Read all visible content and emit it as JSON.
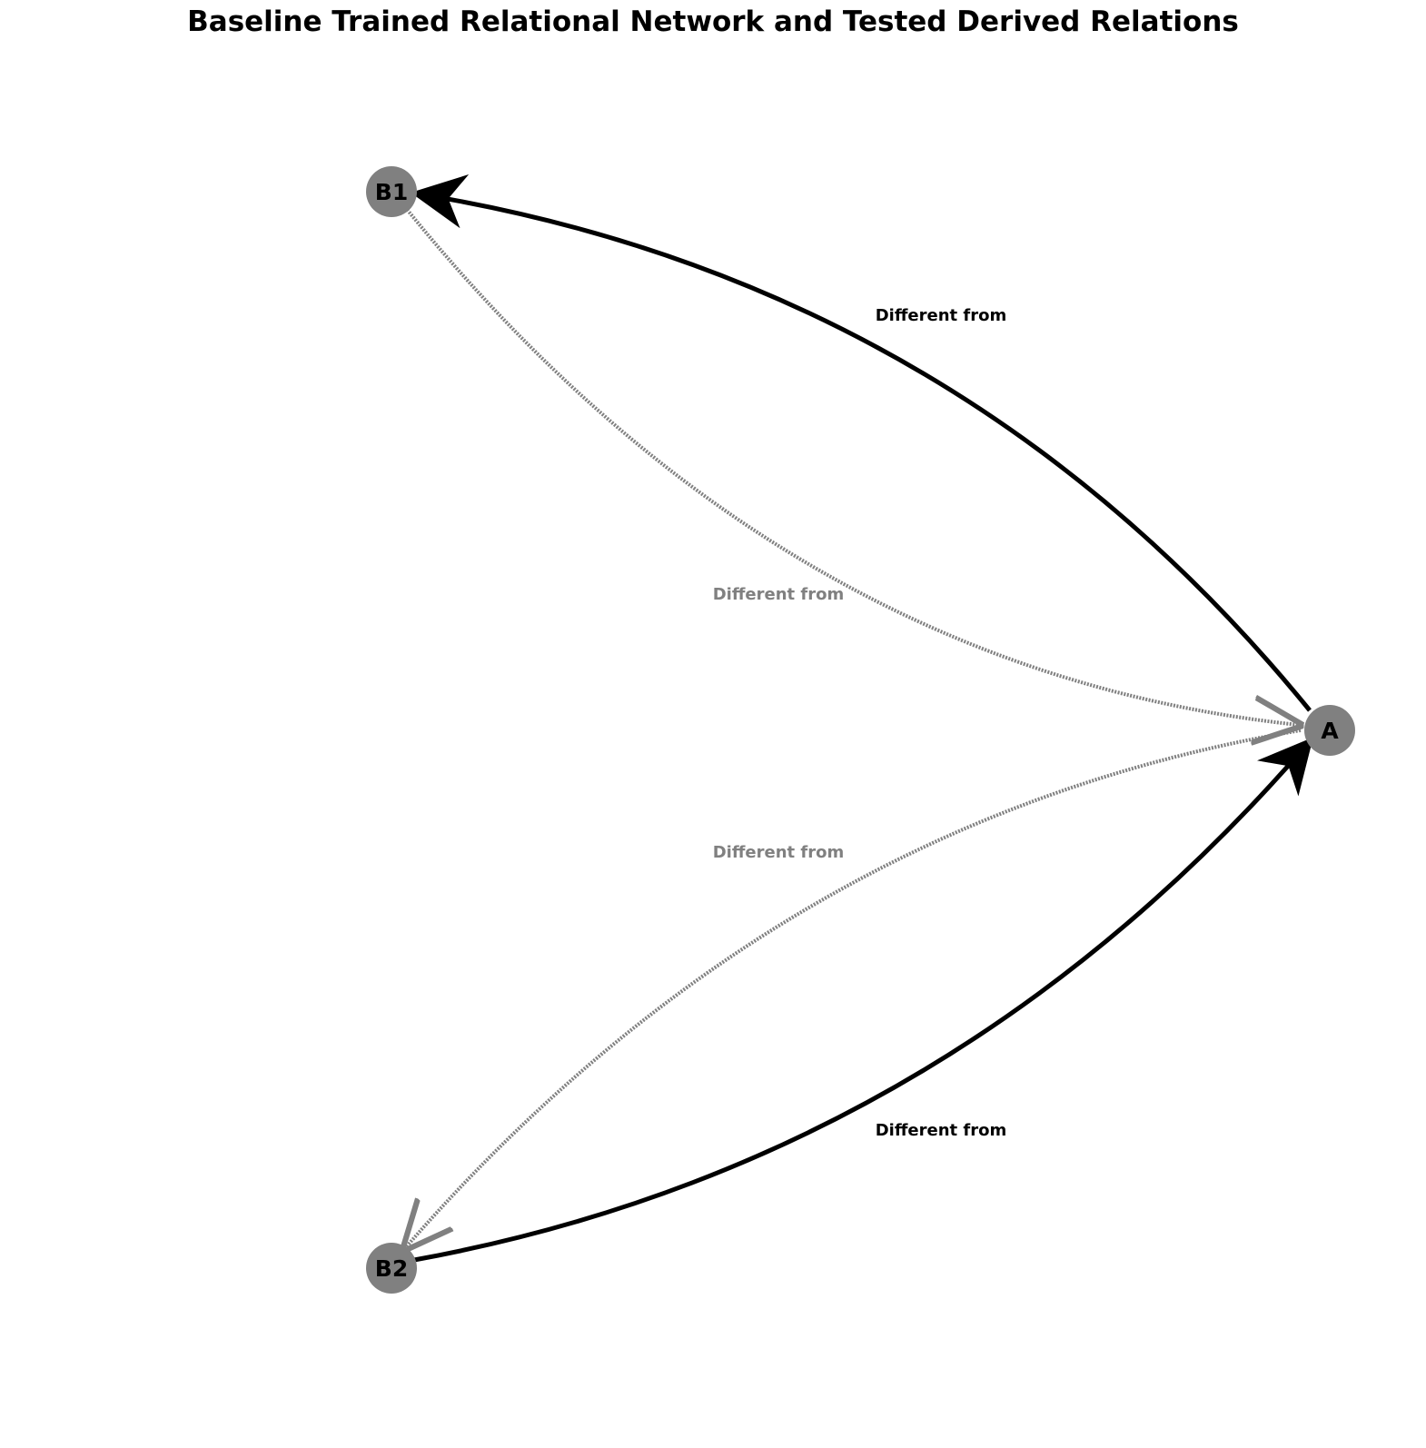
{
  "title": "Baseline Trained Relational Network and Tested Derived Relations",
  "colors": {
    "trained": "#000000",
    "derived": "#808080",
    "node_fill": "#808080",
    "node_text": "#000000"
  },
  "nodes": [
    {
      "id": "B1",
      "label": "B1"
    },
    {
      "id": "A",
      "label": "A"
    },
    {
      "id": "B2",
      "label": "B2"
    }
  ],
  "edges": [
    {
      "from": "A",
      "to": "B1",
      "relation": "Different from",
      "type": "trained"
    },
    {
      "from": "B2",
      "to": "A",
      "relation": "Different from",
      "type": "trained"
    },
    {
      "from": "B1",
      "to": "A",
      "relation": "Different from",
      "type": "derived"
    },
    {
      "from": "A",
      "to": "B2",
      "relation": "Different from",
      "type": "derived"
    }
  ]
}
